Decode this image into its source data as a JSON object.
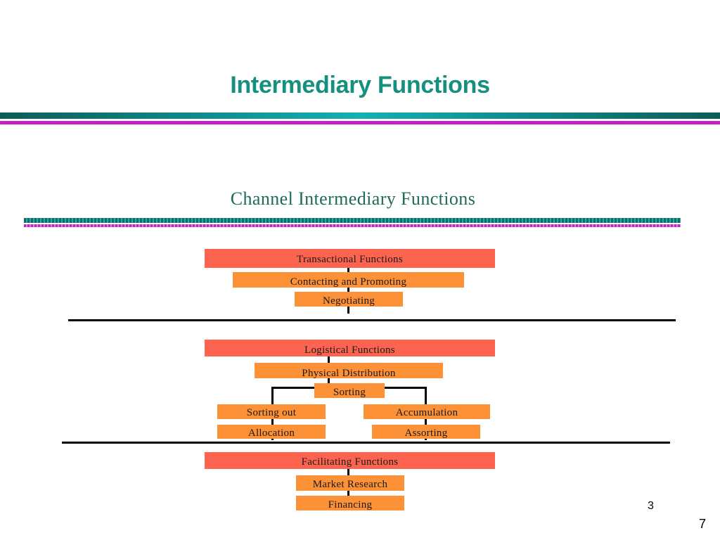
{
  "slide": {
    "title": "Intermediary Functions",
    "page_number": "7"
  },
  "diagram": {
    "title": "Channel Intermediary Functions",
    "page_marker": "3",
    "transactional": {
      "header": "Transactional Functions",
      "items": [
        "Contacting and Promoting",
        "Negotiating"
      ]
    },
    "logistical": {
      "header": "Logistical Functions",
      "physical": "Physical Distribution",
      "sorting": "Sorting",
      "left_branch": [
        "Sorting out",
        "Allocation"
      ],
      "right_branch": [
        "Accumulation",
        "Assorting"
      ]
    },
    "facilitating": {
      "header": "Facilitating Functions",
      "items": [
        "Market Research",
        "Financing"
      ]
    }
  },
  "colors": {
    "title": "#16907e",
    "header_box": "#fc6450",
    "item_box": "#fc9138",
    "band_teal": "#14b1b1",
    "band_magenta": "#c81ec6"
  }
}
